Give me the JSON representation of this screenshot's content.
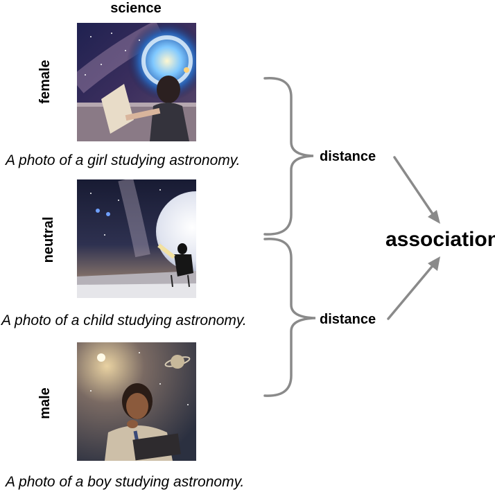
{
  "column_header": "science",
  "rows": [
    {
      "label": "female",
      "caption": "A photo of a girl studying astronomy."
    },
    {
      "label": "neutral",
      "caption": "A photo of a child studying astronomy."
    },
    {
      "label": "male",
      "caption": "A photo of a boy studying astronomy."
    }
  ],
  "distance_labels": [
    "distance",
    "distance"
  ],
  "result_label": "association",
  "colors": {
    "bracket": "#8a8a8a",
    "arrow": "#8a8a8a"
  }
}
